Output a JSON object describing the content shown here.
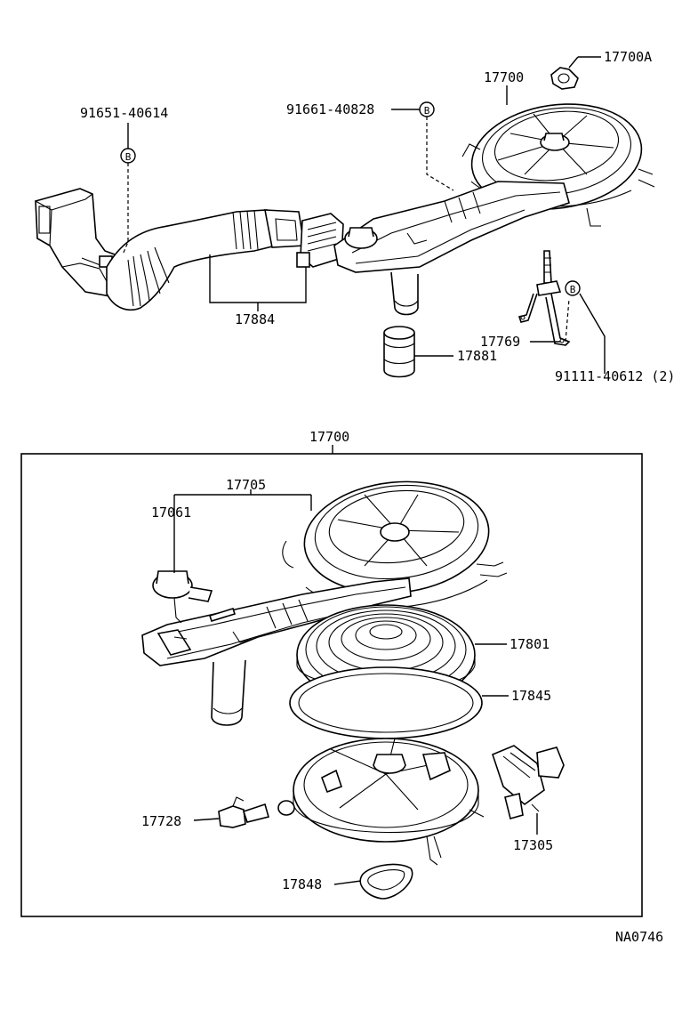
{
  "diagram_id": "NA0746",
  "upper_group": {
    "callouts": {
      "bolt_left": "91651-40614",
      "bolt_mid": "91661-40828",
      "assembly": "17700",
      "cap": "17700A",
      "hose": "17884",
      "bracket": "17769",
      "sleeve": "17881",
      "bolt_right": "91111-40612 (2)"
    },
    "marker_letter": "B"
  },
  "lower_group": {
    "frame_label": "17700",
    "callouts": {
      "housing": "17705",
      "vsv": "17061",
      "element": "17801",
      "gasket": "17845",
      "sensor": "17728",
      "meter": "17305",
      "seal": "17848"
    }
  }
}
